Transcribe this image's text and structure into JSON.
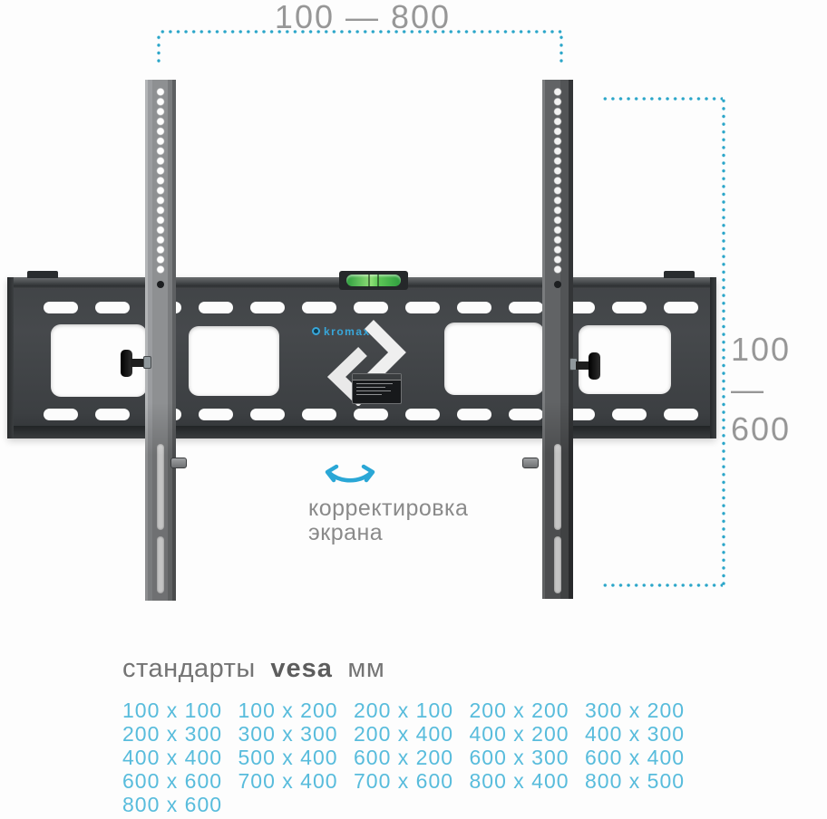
{
  "dimensions": {
    "top_label": "100 — 800",
    "right_label_line1": "100 —",
    "right_label_line2": "600"
  },
  "annotation": {
    "line1": "корректировка",
    "line2": "экрана"
  },
  "brand": {
    "logo_text": "kromax"
  },
  "vesa": {
    "heading_prefix": "стандарты",
    "heading_brand": "vesa",
    "heading_suffix": "мм",
    "values": [
      "100 x 100",
      "100 x 200",
      "200 x 100",
      "200 x 200",
      "300 x 200",
      "200 x 300",
      "300 x 300",
      "200 x 400",
      "400 x 200",
      "400 x 300",
      "400 x 400",
      "500 x 400",
      "600 x 200",
      "600 x 300",
      "600 x 400",
      "600 x 600",
      "700 x 400",
      "700 x 600",
      "800 x 400",
      "800 x 500",
      "800 x 600"
    ]
  },
  "colors": {
    "accent_dotted_line": "#2ba6c9",
    "accent_arrow": "#2aa7d6",
    "vesa_value_text": "#58bcdc",
    "dimension_text": "#979797",
    "heading_text": "#747474",
    "level_green": "#4db54e",
    "bracket_dark": "#3c3f42"
  }
}
